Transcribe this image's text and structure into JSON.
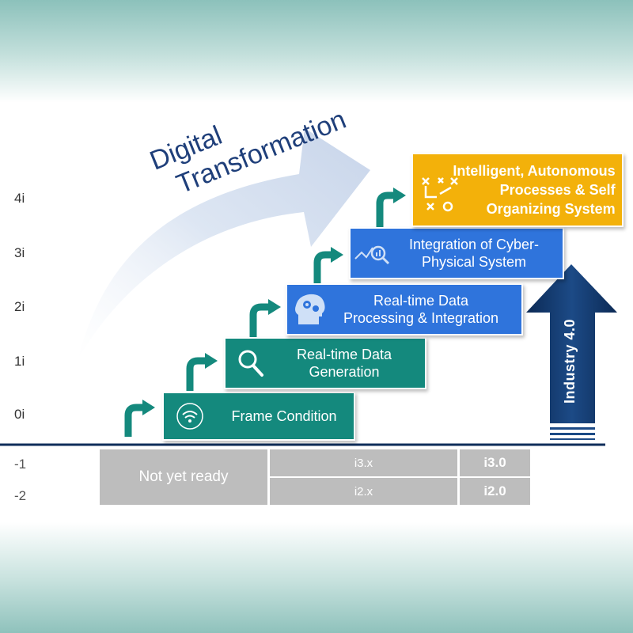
{
  "title": {
    "line1": "Digital",
    "line2": "Transformation"
  },
  "levels": [
    "4i",
    "3i",
    "2i",
    "1i",
    "0i",
    "-1",
    "-2"
  ],
  "steps": [
    {
      "label": "Frame Condition",
      "icon": "wifi-icon"
    },
    {
      "label": "Real-time Data\nGeneration",
      "icon": "magnifier-icon"
    },
    {
      "label": "Real-time Data\nProcessing & Integration",
      "icon": "brain-gears-icon"
    },
    {
      "label": "Integration of Cyber-\nPhysical System",
      "icon": "analytics-icon"
    },
    {
      "label": "Intelligent, Autonomous\nProcesses & Self\nOrganizing System",
      "icon": "strategy-play-icon"
    }
  ],
  "industry_arrow": {
    "label": "Industry 4.0"
  },
  "baseline_table": {
    "not_ready": "Not yet ready",
    "row1": {
      "mid": "i3.x",
      "right": "i3.0"
    },
    "row2": {
      "mid": "i2.x",
      "right": "i2.0"
    }
  },
  "colors": {
    "teal": "#14897d",
    "blue": "#2f74dc",
    "gold": "#f3b10a",
    "navy": "#0f2d5a",
    "gray": "#bdbdbd"
  }
}
